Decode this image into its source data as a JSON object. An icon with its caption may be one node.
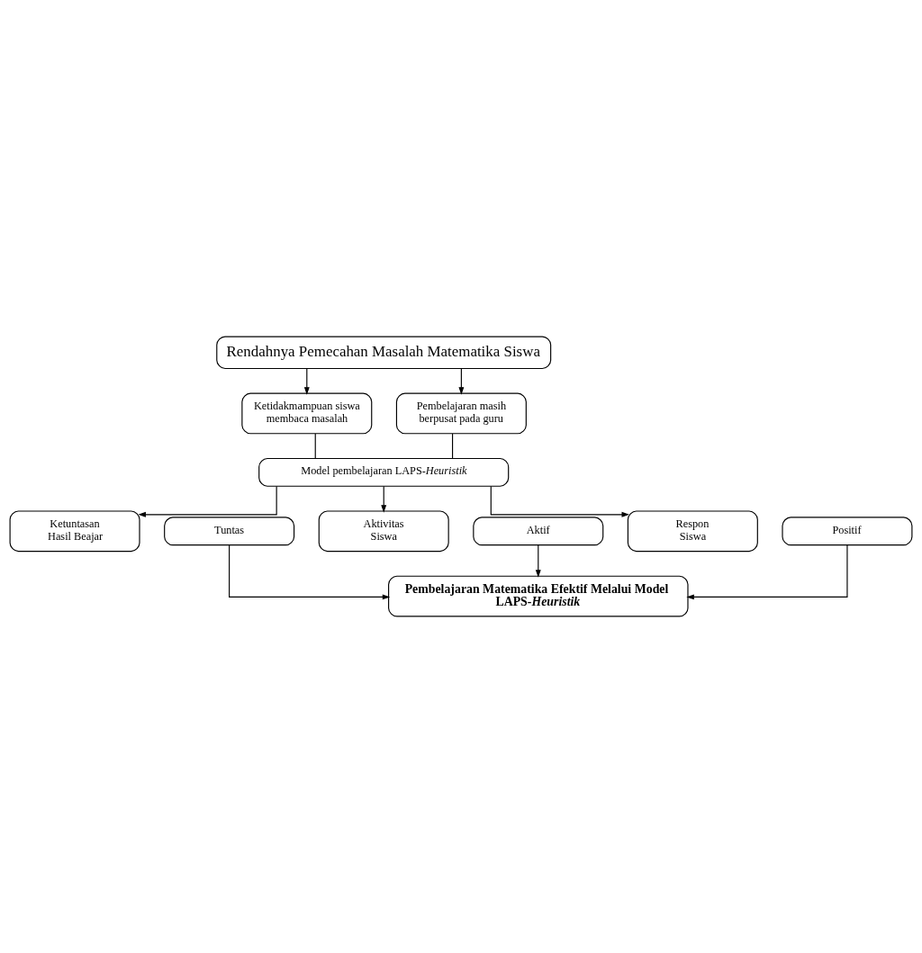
{
  "diagram": {
    "nodes": [
      {
        "text": [
          "Rendahnya Pemecahan Masalah Matematika Siswa"
        ]
      },
      {
        "text": [
          "Ketidakmampuan siswa membaca masalah"
        ]
      },
      {
        "text": [
          "Pembelajaran masih berpusat pada guru"
        ]
      },
      {
        "text": [
          "Model pembelajaran LAPS-*Heuristik*"
        ]
      },
      {
        "text": [
          "Ketuntasan Hasil Beajar"
        ]
      },
      {
        "text": [
          "Tuntas"
        ]
      },
      {
        "text": [
          "Aktivitas Siswa"
        ]
      },
      {
        "text": [
          "Aktif"
        ]
      },
      {
        "text": [
          "Respon Siswa"
        ]
      },
      {
        "text": [
          "Positif"
        ]
      },
      {
        "text": [
          "Pembelajaran Matematika Efektif Melalui Model LAPS-*Heuristik*"
        ]
      }
    ],
    "edges": [
      {
        "from": 0,
        "to": 1,
        "arrow": "to"
      },
      {
        "from": 0,
        "to": 2,
        "arrow": "to"
      },
      {
        "from": 1,
        "to": 3,
        "arrow": "none"
      },
      {
        "from": 2,
        "to": 3,
        "arrow": "none"
      },
      {
        "from": 3,
        "to": 4,
        "arrow": "to"
      },
      {
        "from": 3,
        "to": 6,
        "arrow": "to"
      },
      {
        "from": 3,
        "to": 8,
        "arrow": "to"
      },
      {
        "from": 5,
        "to": 10,
        "arrow": "to"
      },
      {
        "from": 7,
        "to": 10,
        "arrow": "to"
      },
      {
        "from": 9,
        "to": 10,
        "arrow": "to"
      }
    ]
  }
}
